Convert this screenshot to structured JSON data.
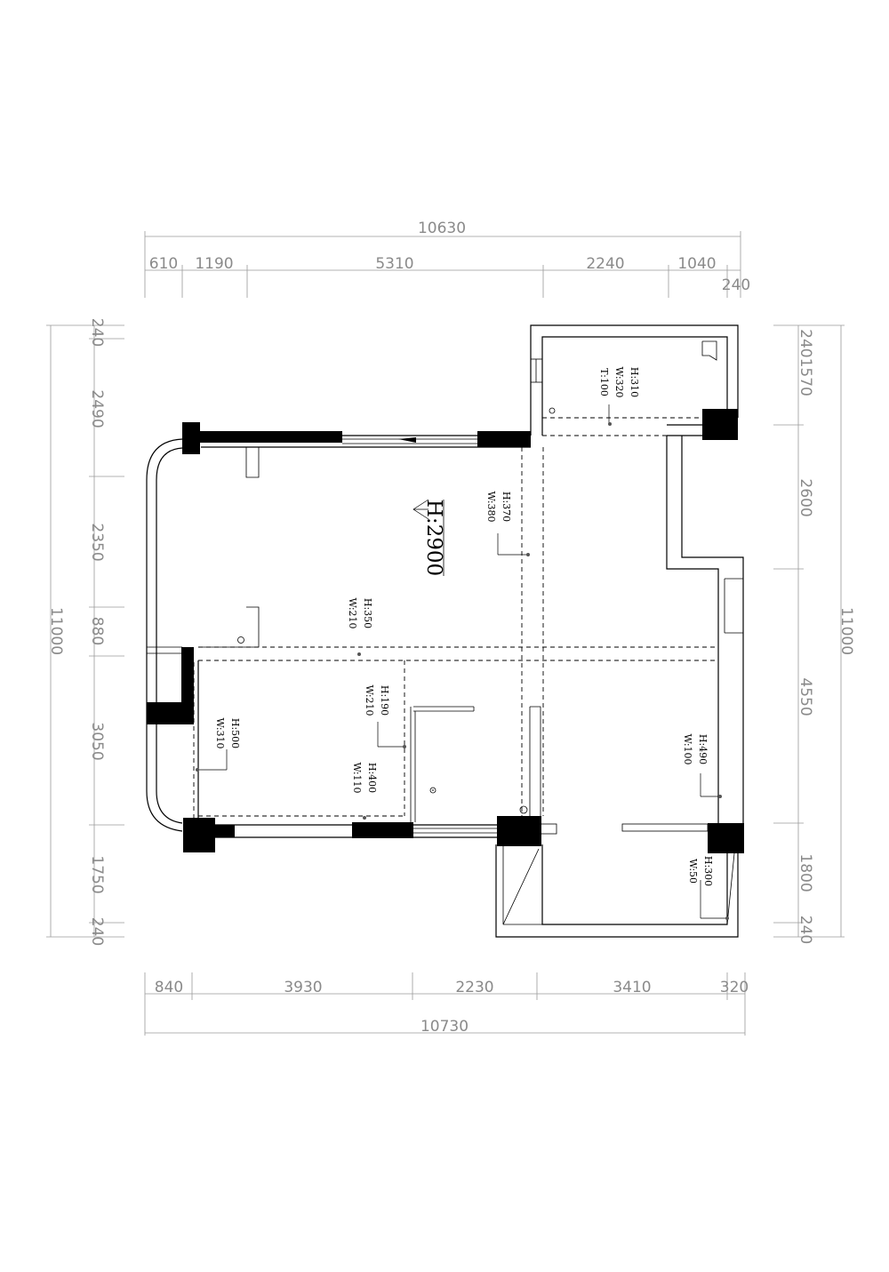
{
  "dimensions": {
    "top_total": "10630",
    "top_segments": [
      "610",
      "1190",
      "5310",
      "2240",
      "1040"
    ],
    "top_small": "240",
    "bottom_total": "10730",
    "bottom_segments": [
      "840",
      "3930",
      "2230",
      "3410",
      "320"
    ],
    "left_total": "11000",
    "left_segments": [
      "240",
      "2490",
      "2350",
      "880",
      "3050",
      "1750",
      "240"
    ],
    "right_total": "11000",
    "right_segments": [
      "2401570",
      "2600",
      "4550",
      "1800",
      "240"
    ]
  },
  "annotations": {
    "ceiling_height": "H:2900",
    "balcony_top": [
      "H:310",
      "W:320",
      "T:100"
    ],
    "beam_center": [
      "H:370",
      "W:380"
    ],
    "beam_living": [
      "H:350",
      "W:210"
    ],
    "beam_bedroom_mid": [
      "H:190",
      "W:210"
    ],
    "beam_bedroom_low": [
      "H:400",
      "W:110"
    ],
    "beam_bedroom_left": [
      "H:500",
      "W:310"
    ],
    "beam_right": [
      "H:490",
      "W:100"
    ],
    "beam_right_low": [
      "H:300",
      "W:50"
    ]
  }
}
